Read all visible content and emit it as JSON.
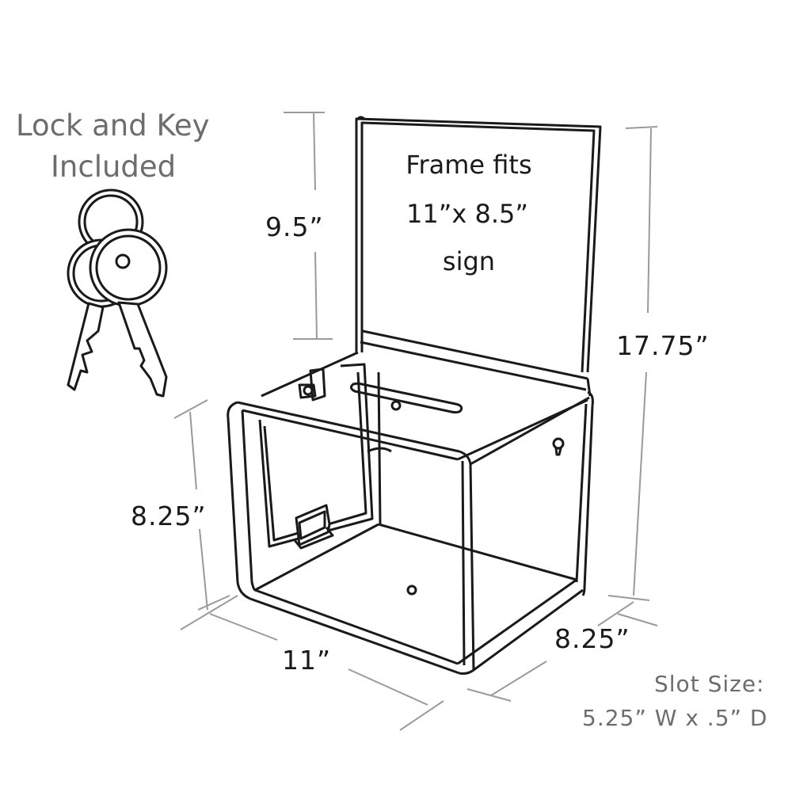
{
  "lock_note": {
    "line1": "Lock and Key",
    "line2": "Included"
  },
  "frame_note": {
    "line1": "Frame fits",
    "line2": "11”x 8.5”",
    "line3": "sign"
  },
  "dimensions": {
    "frame_height": "9.5”",
    "total_height": "17.75”",
    "box_height": "8.25”",
    "box_width": "11”",
    "box_depth": "8.25”"
  },
  "slot_note": {
    "line1": "Slot Size:",
    "line2": "5.25” W x .5” D"
  },
  "icons": [
    "key-ring-icon",
    "key-icon",
    "lock-icon"
  ],
  "colors": {
    "line": "#1a1a1a",
    "dimension_line": "#9a9a9a",
    "label_gray": "#6d6d6d"
  }
}
